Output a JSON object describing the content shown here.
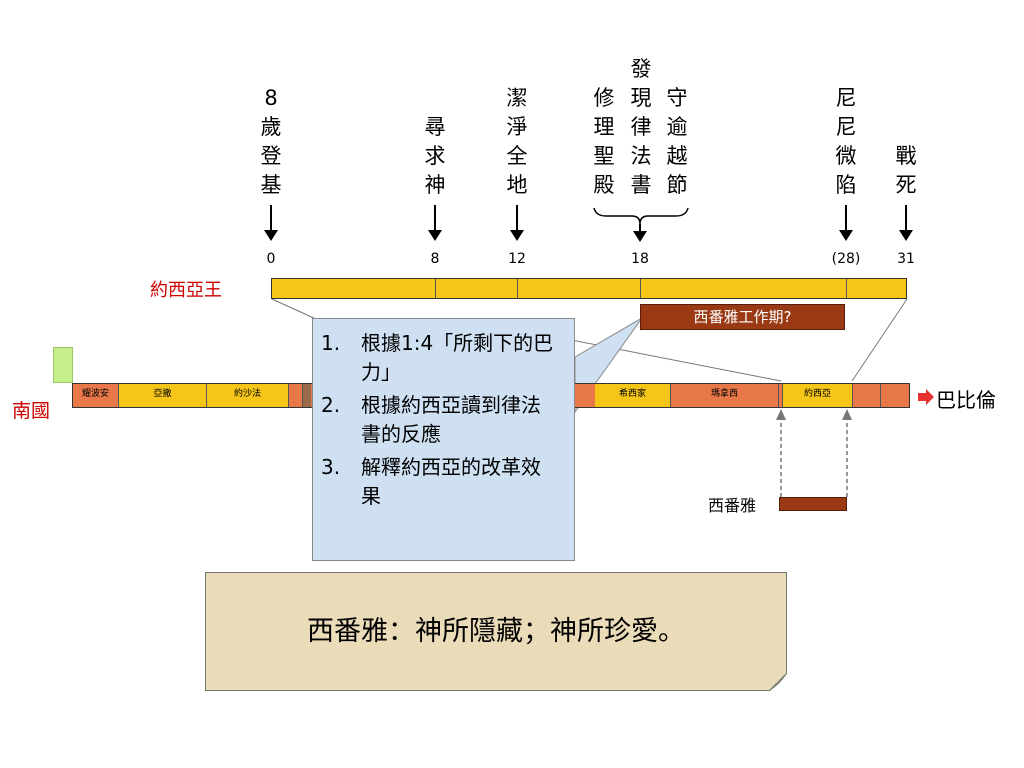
{
  "events": [
    {
      "chars": [
        "8",
        "歲",
        "登",
        "基"
      ]
    },
    {
      "chars": [
        "尋",
        "求",
        "神"
      ]
    },
    {
      "chars": [
        "潔",
        "淨",
        "全",
        "地"
      ]
    },
    {
      "chars": [
        "修",
        "理",
        "聖",
        "殿"
      ]
    },
    {
      "chars": [
        "發",
        "現",
        "律",
        "法",
        "書"
      ]
    },
    {
      "chars": [
        "守",
        "逾",
        "越",
        "節"
      ]
    },
    {
      "chars": [
        "尼",
        "尼",
        "微",
        "陷"
      ]
    },
    {
      "chars": [
        "戰",
        "死"
      ]
    }
  ],
  "ticks": [
    "0",
    "8",
    "12",
    "18",
    "(28)",
    "31"
  ],
  "josiah_label": "約西亞王",
  "south_label": "南國",
  "babylon_label": "巴比倫",
  "zephaniah_period": "西番雅工作期?",
  "zephaniah_label": "西番雅",
  "kings": [
    "耀波安",
    "亞撒",
    "約沙法",
    "希西家",
    "瑪拿西",
    "約西亞"
  ],
  "callout": {
    "items": [
      {
        "num": "1.",
        "text": "根據1:4「所剩下的巴力」"
      },
      {
        "num": "2.",
        "text": "根據約西亞讀到律法書的反應"
      },
      {
        "num": "3.",
        "text": "解釋約西亞的改革效果"
      }
    ]
  },
  "banner": "西番雅：神所隱藏；神所珍愛。",
  "colors": {
    "gold": "#f5c518",
    "orange": "#e8784a",
    "brown": "#9a3a14",
    "red": "#cc0000",
    "green": "#c6ef8c",
    "callout_bg": "#cfe0f3",
    "banner_bg": "#eadcb8"
  }
}
